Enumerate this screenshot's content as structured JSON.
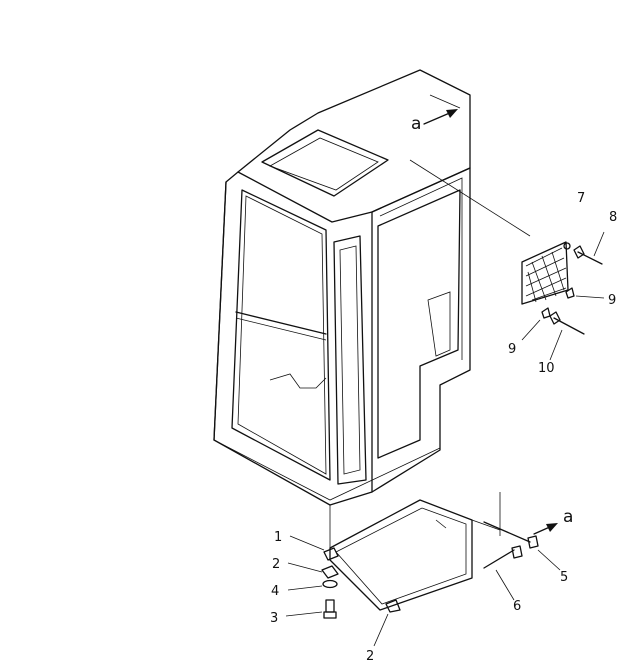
{
  "callouts": {
    "c1": "1",
    "c2a": "2",
    "c2b": "2",
    "c3": "3",
    "c4": "4",
    "c5": "5",
    "c6": "6",
    "c7": "7",
    "c8": "8",
    "c9a": "9",
    "c9b": "9",
    "c10": "10"
  },
  "view_marks": {
    "top": "a",
    "bottom": "a"
  }
}
